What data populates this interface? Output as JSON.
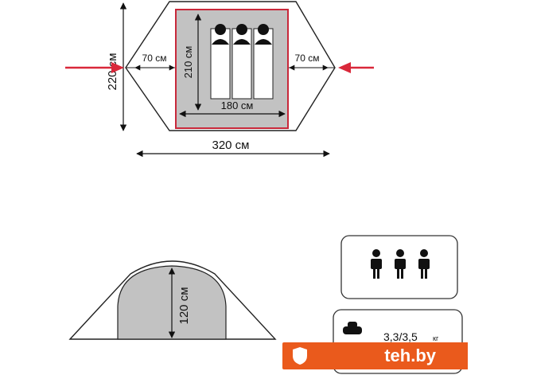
{
  "top_view": {
    "width_label": "320 см",
    "depth_label": "220 см",
    "inner_length_label": "210 см",
    "inner_width_label": "180 см",
    "vestibule_left_label": "70 см",
    "vestibule_right_label": "70 см",
    "sleepers": 3
  },
  "side_view": {
    "height_label": "120 см"
  },
  "capacity_badge": {
    "persons": 3,
    "icon": "three-persons-icon"
  },
  "weight_badge": {
    "text": "3,3/3,5",
    "unit": "кг",
    "icon": "weight-icon"
  },
  "watermark": {
    "text": "teh.by",
    "color": "#ea5a1c"
  },
  "colors": {
    "arrow": "#d9283a",
    "inner_tent": "#bfbfbf",
    "inner_border": "#c8283a",
    "outline": "#222222"
  }
}
